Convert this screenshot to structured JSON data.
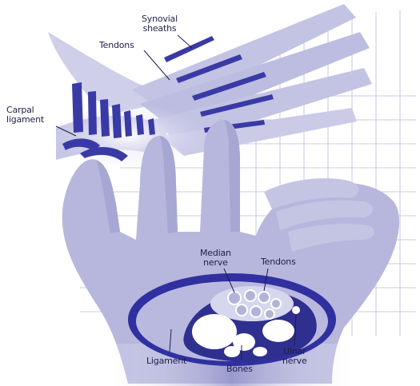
{
  "labels": {
    "synovial_sheaths_1": "Synovial",
    "synovial_sheaths_2": "sheaths",
    "tendons_top": "Tendons",
    "carpal_ligament_1": "Carpal",
    "carpal_ligament_2": "ligament",
    "median_nerve_1": "Median",
    "median_nerve_2": "nerve",
    "tendons_bottom": "Tendons",
    "ligament": "Ligament",
    "bones": "Bones",
    "ulnar_nerve_1": "Ulnar",
    "ulnar_nerve_2": "nerve"
  },
  "colors": {
    "background": "#ffffff",
    "hand_fill": "#b7b7dd",
    "hand_shadow": "#9c9ccf",
    "grid": "#c9c9e6",
    "tendon_dark": "#3a3aa6",
    "cross_section_ring": "#2f2f8f",
    "bone": "#ffffff",
    "label_text": "#1d1f4a"
  }
}
